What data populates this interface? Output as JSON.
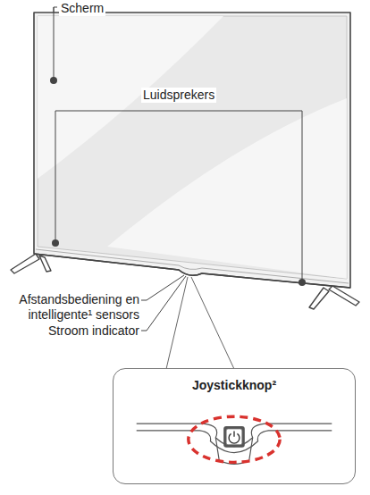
{
  "diagram": {
    "nodes": [
      {
        "text": [
          "Joystickknop²"
        ]
      }
    ],
    "labels": [
      "Scherm",
      "Luidsprekers",
      "Afstandsbediening en intelligente¹ sensors",
      "Stroom indicator"
    ]
  }
}
